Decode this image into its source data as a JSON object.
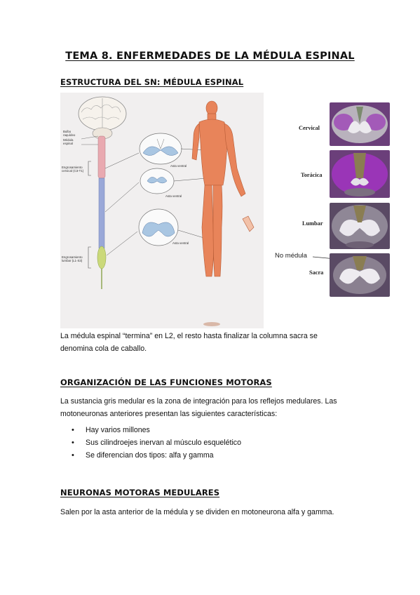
{
  "title": "TEMA 8. ENFERMEDADES DE LA MÉDULA ESPINAL",
  "section1": {
    "heading": "ESTRUCTURA DEL SN: MÉDULA ESPINAL",
    "figure_labels": {
      "bulbo": "Bulbo raquídeo",
      "medula": "Médula espinal",
      "engr_cerv": "Engrosamiento cervical (C3-T1)",
      "engr_lumb": "Engrosamiento lumbar (L1-S3)",
      "asta1": "Asta ventral",
      "asta2": "Asta ventral",
      "asta3": "Asta ventral"
    },
    "cross_sections": {
      "cervical": "Cervical",
      "toracica": "Torácica",
      "lumbar": "Lumbar",
      "sacra": "Sacra",
      "no_medula": "No médula"
    },
    "paragraph_line1": "La médula espinal “termina” en L2, el resto hasta finalizar la columna sacra se",
    "paragraph_line2": "denomina cola de caballo."
  },
  "section2": {
    "heading": "ORGANIZACIÓN DE LAS FUNCIONES MOTORAS",
    "paragraph_line1": "La sustancia gris medular es la zona de integración para los reflejos medulares. Las",
    "paragraph_line2": "motoneuronas anteriores presentan las siguientes características:",
    "bullets": [
      "Hay varios millones",
      "Sus cilindroejes inervan al músculo esquelético",
      "Se diferencian dos tipos: alfa y gamma"
    ]
  },
  "section3": {
    "heading": "NEURONAS MOTORAS MEDULARES",
    "paragraph": "Salen por la asta anterior de la médula y se dividen en motoneurona alfa y gamma."
  },
  "colors": {
    "figure_bg": "#f1efef",
    "muscle": "#e8845a",
    "cord_pink": "#e9a9b0",
    "cord_blue": "#9aa8d8",
    "gray_matter_blue": "#a9c6e2",
    "stain_purple": "#6b3f7a",
    "stain_purple_bright": "#9a35b7"
  }
}
